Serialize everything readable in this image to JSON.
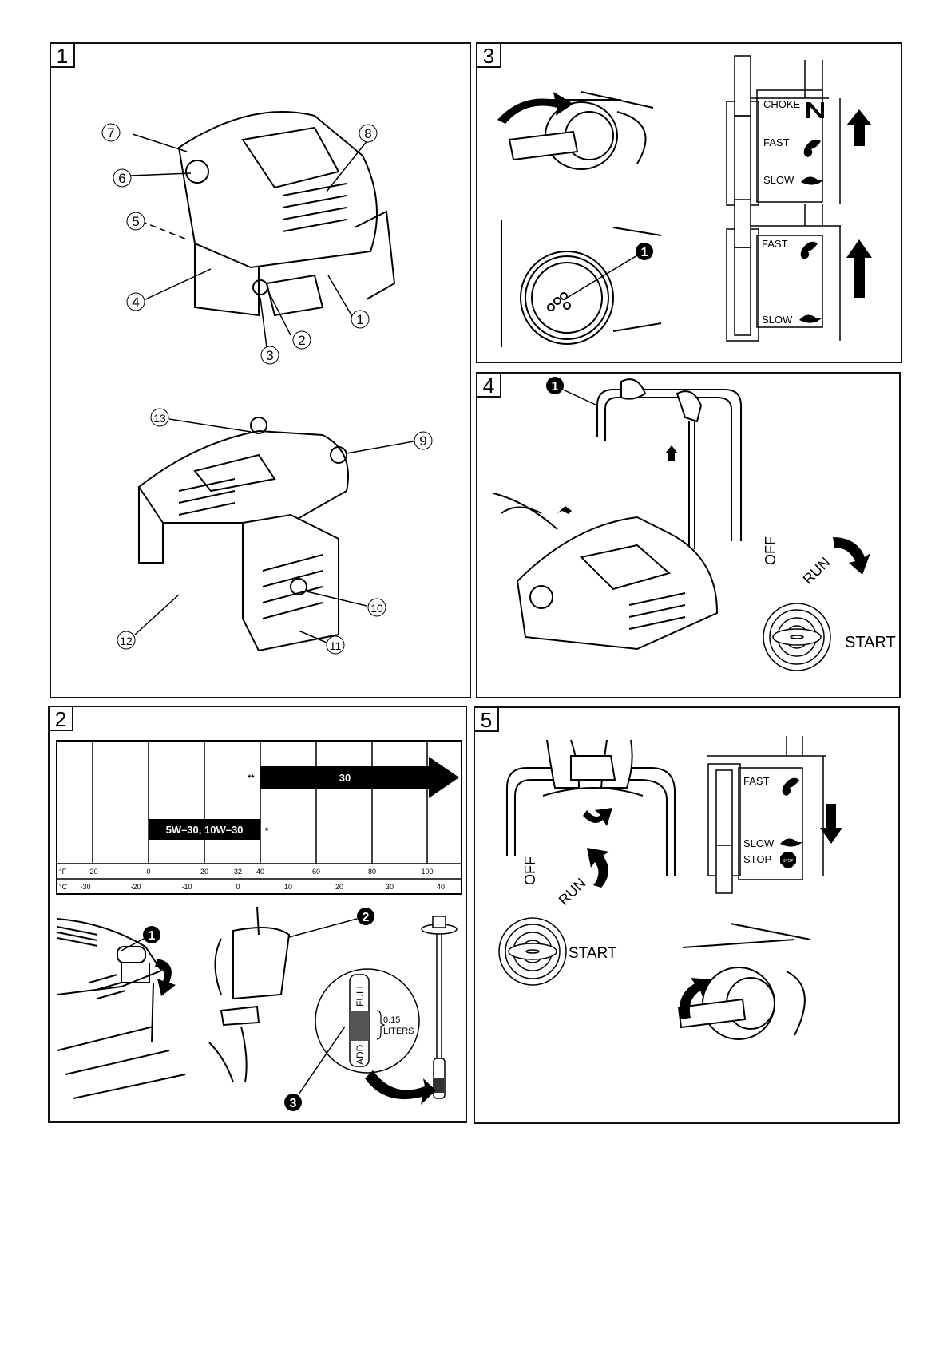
{
  "panels": [
    {
      "number": "1",
      "title": "engine-parts"
    },
    {
      "number": "2",
      "title": "oil-check"
    },
    {
      "number": "3",
      "title": "choke-throttle"
    },
    {
      "number": "4",
      "title": "start-engine"
    },
    {
      "number": "5",
      "title": "stop-engine"
    }
  ],
  "panel1": {
    "callouts_top": [
      "1",
      "2",
      "3",
      "4",
      "5",
      "6",
      "7",
      "8"
    ],
    "callouts_bottom": [
      "9",
      "10",
      "11",
      "12",
      "13"
    ]
  },
  "panel2": {
    "oil_chart": {
      "grade_high": "30",
      "grade_low": "5W–30,  10W–30",
      "mark_high": "**",
      "mark_low": "*",
      "f_unit": "°F",
      "c_unit": "°C",
      "f_ticks": [
        "-20",
        "0",
        "20",
        "32",
        "40",
        "60",
        "80",
        "100"
      ],
      "c_ticks": [
        "-30",
        "-20",
        "-10",
        "0",
        "10",
        "20",
        "30",
        "40"
      ]
    },
    "callouts": [
      "1",
      "2",
      "3"
    ],
    "dipstick": {
      "full": "FULL",
      "add": "ADD",
      "amount": "0.15",
      "unit": "LITERS"
    }
  },
  "panel3": {
    "callout": "1",
    "control_top": {
      "choke": "CHOKE",
      "fast": "FAST",
      "slow": "SLOW"
    },
    "control_bottom": {
      "fast": "FAST",
      "slow": "SLOW"
    }
  },
  "panel4": {
    "callout": "1",
    "switch": {
      "off": "OFF",
      "run": "RUN",
      "start": "START"
    }
  },
  "panel5": {
    "control": {
      "fast": "FAST",
      "slow": "SLOW",
      "stop": "STOP",
      "stop_sign": "STOP"
    },
    "switch": {
      "off": "OFF",
      "run": "RUN",
      "start": "START"
    }
  },
  "colors": {
    "ink": "#000000",
    "paper": "#ffffff"
  }
}
